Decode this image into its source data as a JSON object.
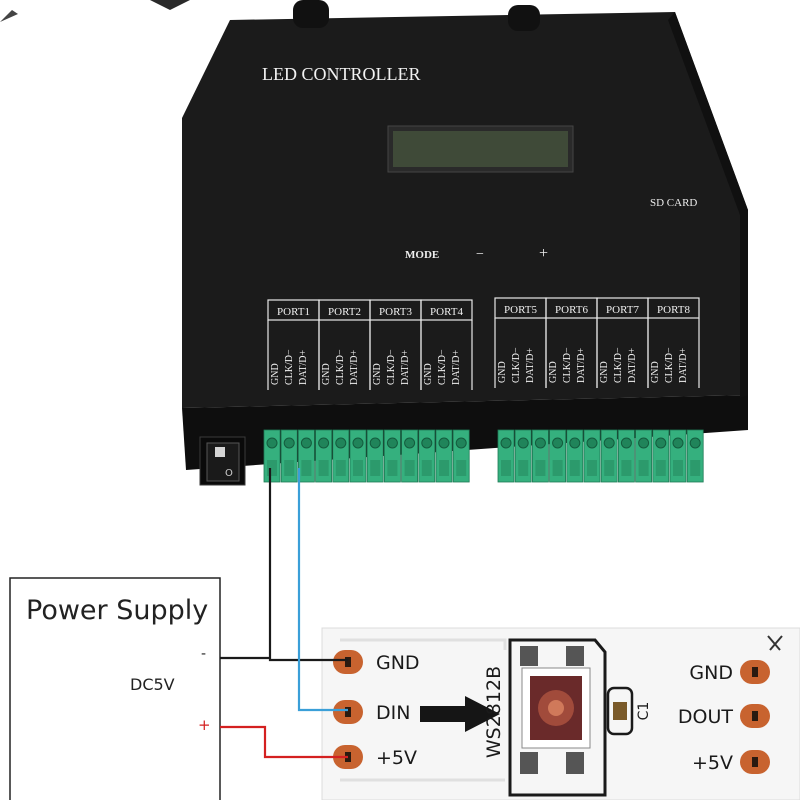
{
  "controller": {
    "title": "LED CONTROLLER",
    "sd_card": "SD CARD",
    "buttons": {
      "mode": "MODE",
      "minus": "−",
      "plus": "+"
    },
    "switch_symbol": "O",
    "ports_left": [
      {
        "name": "PORT1",
        "pins": [
          "GND",
          "CLK/D−",
          "DAT/D+"
        ]
      },
      {
        "name": "PORT2",
        "pins": [
          "GND",
          "CLK/D−",
          "DAT/D+"
        ]
      },
      {
        "name": "PORT3",
        "pins": [
          "GND",
          "CLK/D−",
          "DAT/D+"
        ]
      },
      {
        "name": "PORT4",
        "pins": [
          "GND",
          "CLK/D−",
          "DAT/D+"
        ]
      }
    ],
    "ports_right": [
      {
        "name": "PORT5",
        "pins": [
          "GND",
          "CLK/D−",
          "DAT/D+"
        ]
      },
      {
        "name": "PORT6",
        "pins": [
          "GND",
          "CLK/D−",
          "DAT/D+"
        ]
      },
      {
        "name": "PORT7",
        "pins": [
          "GND",
          "CLK/D−",
          "DAT/D+"
        ]
      },
      {
        "name": "PORT8",
        "pins": [
          "GND",
          "CLK/D−",
          "DAT/D+"
        ]
      }
    ]
  },
  "power_supply": {
    "title": "Power Supply",
    "voltage": "DC5V",
    "minus": "-",
    "plus": "+"
  },
  "led_strip": {
    "chip": "WS2812B",
    "capacitor": "C1",
    "input_pins": [
      "GND",
      "DIN",
      "+5V"
    ],
    "output_pins": [
      "GND",
      "DOUT",
      "+5V"
    ]
  },
  "colors": {
    "case": "#1b1b1b",
    "terminal": "#35b07e",
    "wire_gnd": "#1a1a1a",
    "wire_data": "#3a9fd8",
    "wire_power": "#d42020",
    "pad": "#c8632f"
  }
}
